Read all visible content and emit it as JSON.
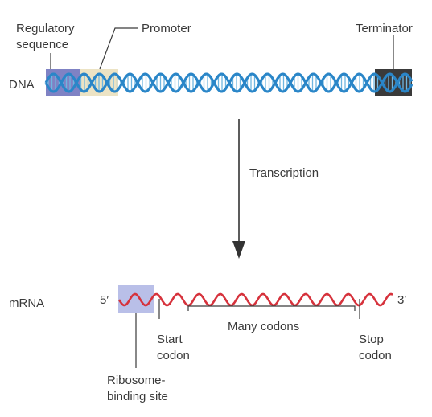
{
  "labels": {
    "regulatory_line1": "Regulatory",
    "regulatory_line2": "sequence",
    "promoter": "Promoter",
    "terminator": "Terminator",
    "dna": "DNA",
    "transcription": "Transcription",
    "mrna": "mRNA",
    "five_prime": "5′",
    "three_prime": "3′",
    "many_codons": "Many codons",
    "start_line1": "Start",
    "start_line2": "codon",
    "stop_line1": "Stop",
    "stop_line2": "codon",
    "rbs_line1": "Ribosome-",
    "rbs_line2": "binding site"
  },
  "colors": {
    "dna_strand": "#2a86c8",
    "dna_rungs": "#6fb6e0",
    "regulatory_box": "#7f82c4",
    "promoter_box": "#ece3c4",
    "terminator_box": "#3a3a3a",
    "mrna_strand": "#d6323c",
    "rbs_box": "#b9bfe8",
    "text": "#3a3a3a",
    "arrow": "#333333"
  }
}
